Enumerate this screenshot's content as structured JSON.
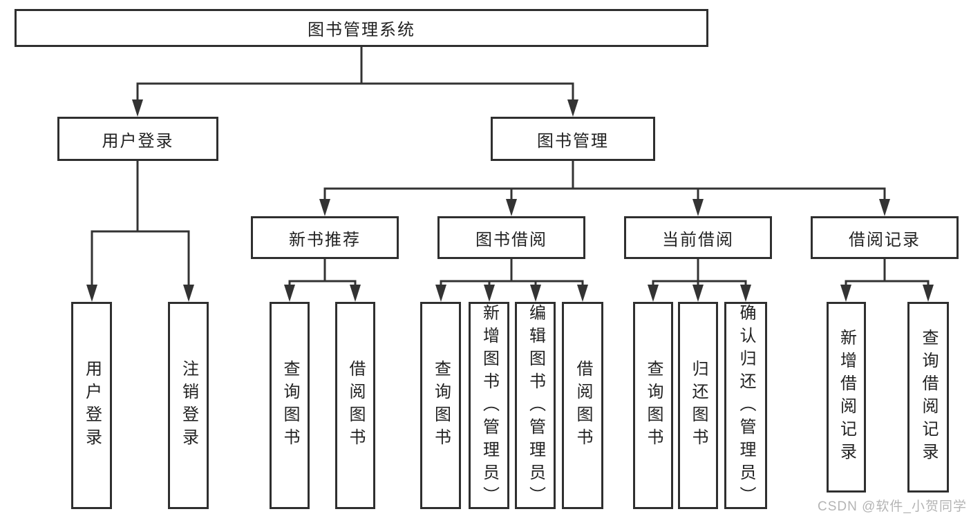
{
  "diagram_title": "图书管理系统",
  "colors": {
    "line": "#333333",
    "box_border": "#2f2f2f",
    "text": "#222222",
    "watermark": "#b4b4b4",
    "background": "#ffffff"
  },
  "tree": {
    "root": {
      "label": "图书管理系统",
      "children": [
        {
          "label": "用户登录",
          "children": [
            {
              "label": "用户登录"
            },
            {
              "label": "注销登录"
            }
          ]
        },
        {
          "label": "图书管理",
          "children": [
            {
              "label": "新书推荐",
              "children": [
                {
                  "label": "查询图书"
                },
                {
                  "label": "借阅图书"
                }
              ]
            },
            {
              "label": "图书借阅",
              "children": [
                {
                  "label": "查询图书"
                },
                {
                  "label": "新增图书（管理员）"
                },
                {
                  "label": "编辑图书（管理员）"
                },
                {
                  "label": "借阅图书"
                }
              ]
            },
            {
              "label": "当前借阅",
              "children": [
                {
                  "label": "查询图书"
                },
                {
                  "label": "归还图书"
                },
                {
                  "label": "确认归还（管理员）"
                }
              ]
            },
            {
              "label": "借阅记录",
              "children": [
                {
                  "label": "新增借阅记录"
                },
                {
                  "label": "查询借阅记录"
                }
              ]
            }
          ]
        }
      ]
    }
  },
  "watermark": {
    "text": "CSDN @软件_小贺同学"
  }
}
